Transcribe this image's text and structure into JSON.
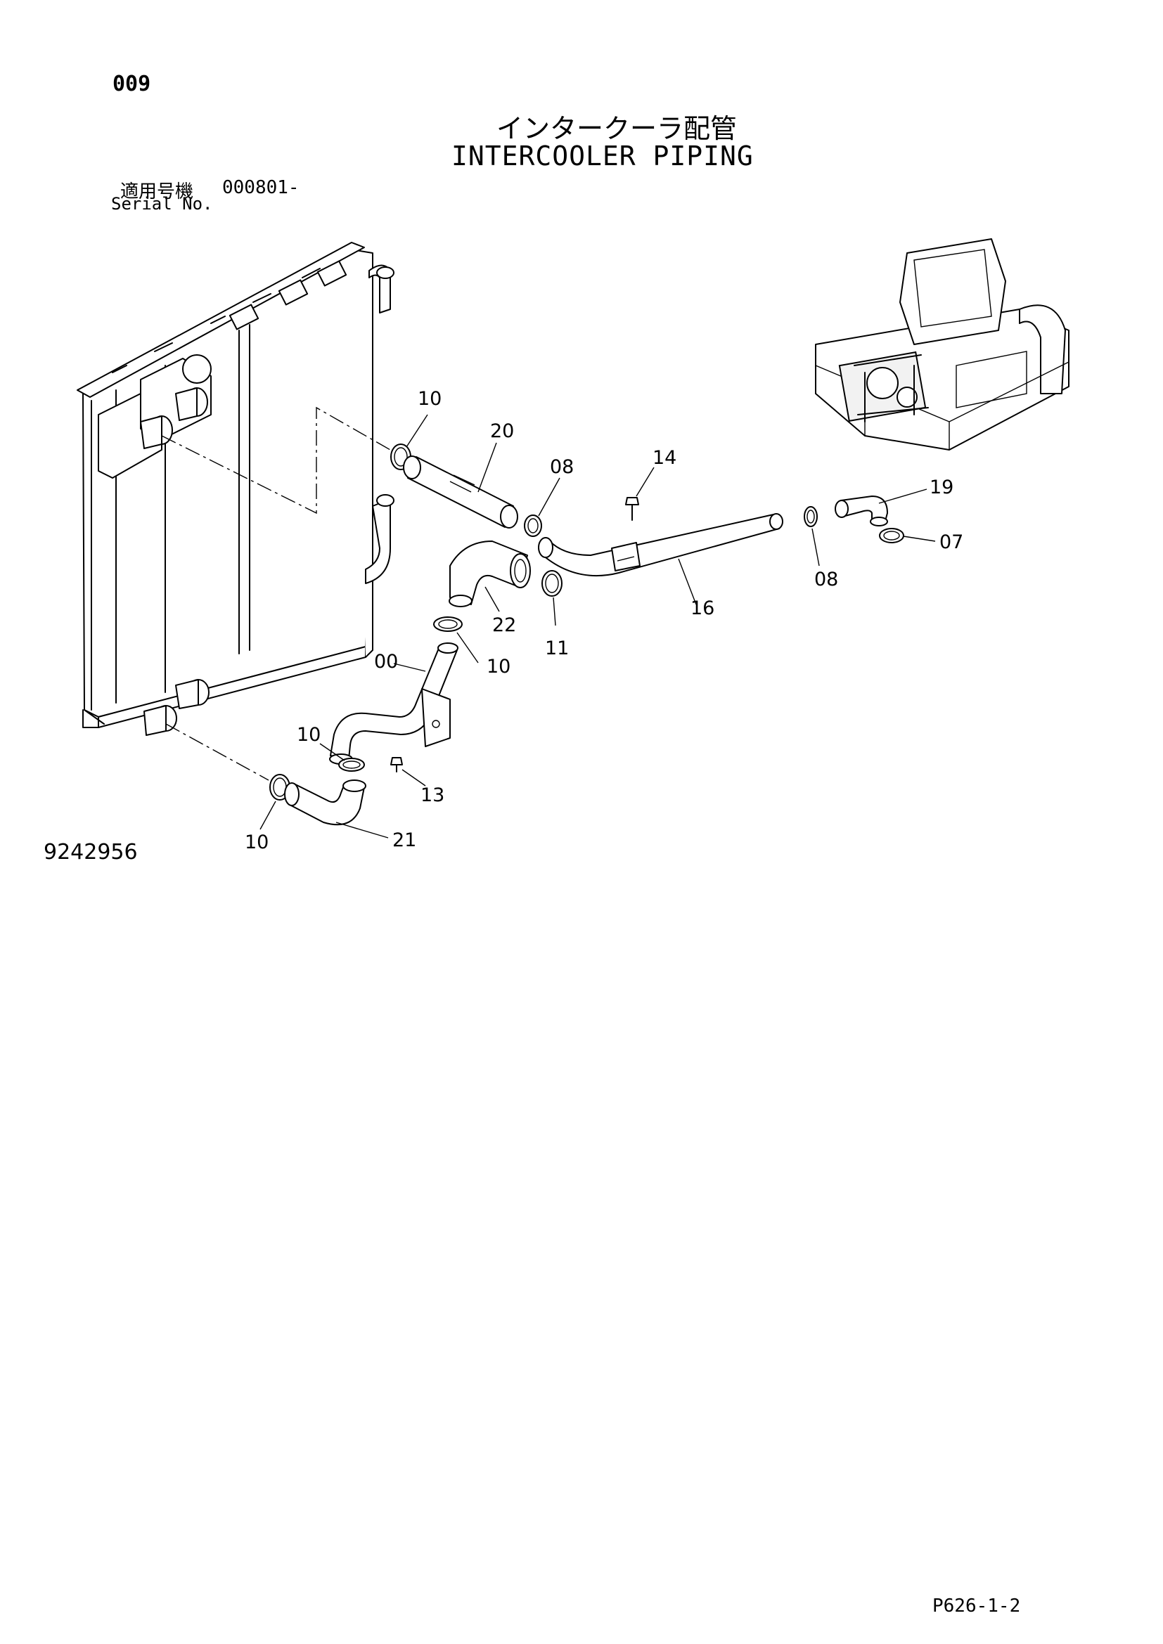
{
  "header": {
    "page_number": "009",
    "title_jp": "インタークーラ配管",
    "title_en": "INTERCOOLER PIPING",
    "serial_jp": "適用号機",
    "serial_value": "000801-",
    "serial_en": "Serial No."
  },
  "footer": {
    "figure_id": "9242956",
    "page_ref": "P626-1-2"
  },
  "callouts": {
    "c10_top": "10",
    "c20": "20",
    "c08_left": "08",
    "c14": "14",
    "c19": "19",
    "c07": "07",
    "c08_right": "08",
    "c16": "16",
    "c22": "22",
    "c11": "11",
    "c00": "00",
    "c10_mid": "10",
    "c10_low": "10",
    "c13": "13",
    "c10_bottom": "10",
    "c21": "21"
  }
}
